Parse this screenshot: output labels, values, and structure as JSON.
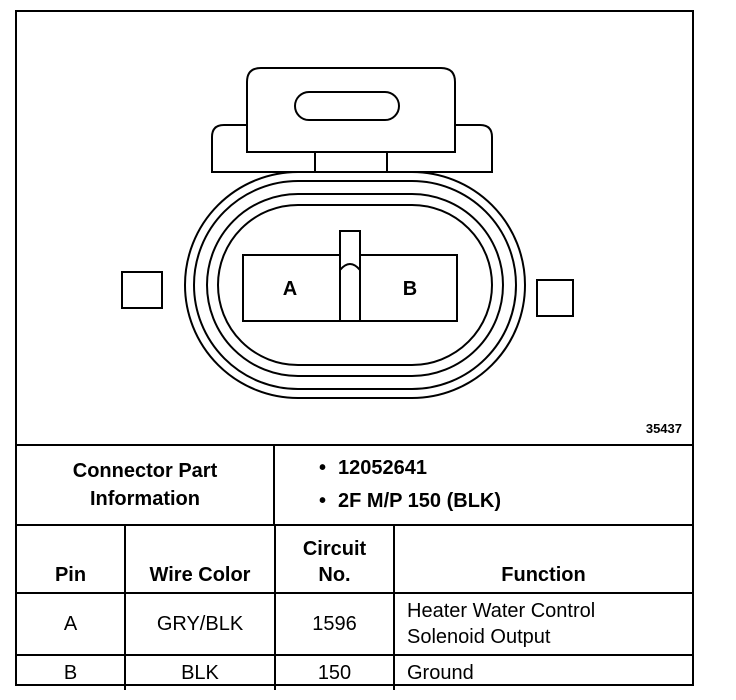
{
  "figure_number": "35437",
  "connector": {
    "pin_labels": [
      "A",
      "B"
    ]
  },
  "part_info": {
    "label_line1": "Connector Part",
    "label_line2": "Information",
    "items": [
      "12052641",
      "2F M/P 150 (BLK)"
    ]
  },
  "pin_table": {
    "headers": {
      "pin": "Pin",
      "wire_color": "Wire Color",
      "circuit_line1": "Circuit",
      "circuit_line2": "No.",
      "function": "Function"
    },
    "rows": [
      {
        "pin": "A",
        "wire_color": "GRY/BLK",
        "circuit": "1596",
        "function_line1": "Heater Water Control",
        "function_line2": "Solenoid Output"
      },
      {
        "pin": "B",
        "wire_color": "BLK",
        "circuit": "150",
        "function_line1": "Ground",
        "function_line2": ""
      }
    ]
  }
}
